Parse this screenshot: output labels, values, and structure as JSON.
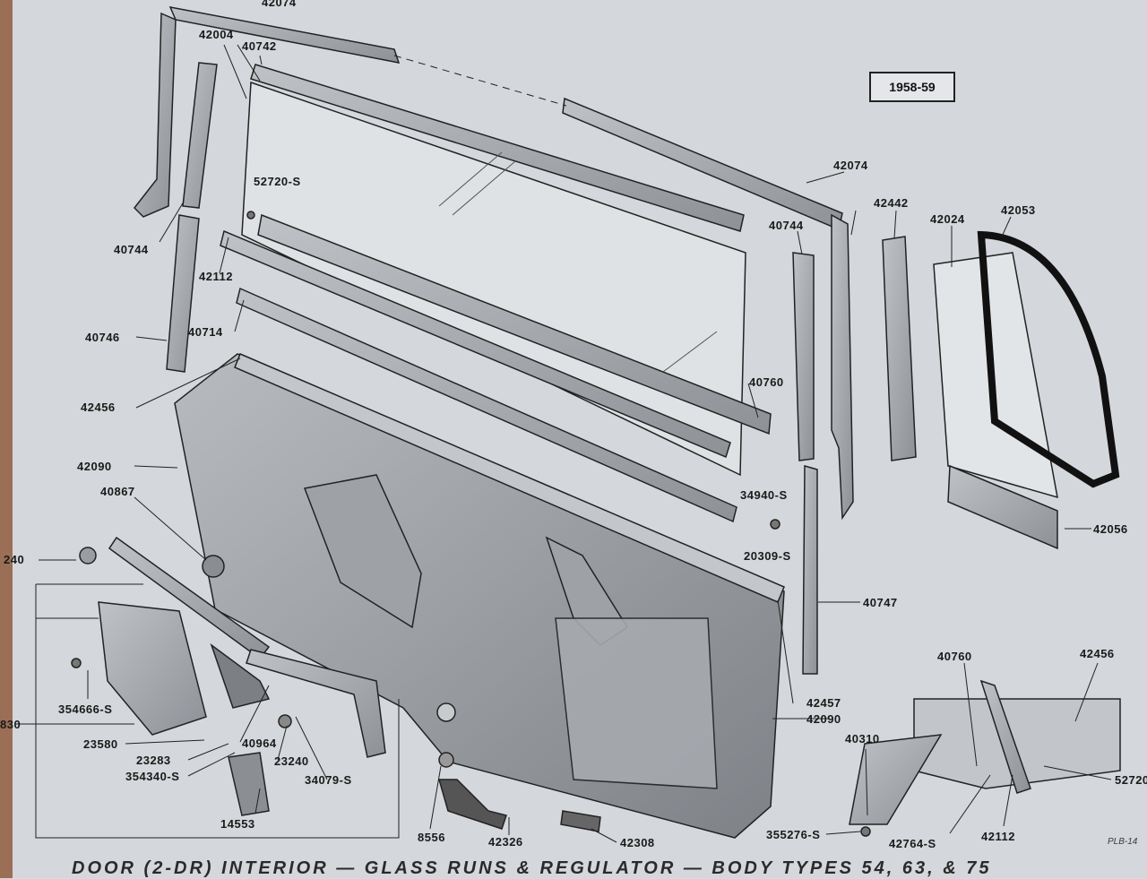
{
  "year_label": "1958-59",
  "caption": "DOOR (2-DR) INTERIOR — GLASS RUNS & REGULATOR — BODY TYPES 54, 63, & 75",
  "plate_code": "PLB-14",
  "parts": {
    "p42074_top": "42074",
    "p42004": "42004",
    "p40742": "40742",
    "p52720s_a": "52720-S",
    "p42074": "42074",
    "p42442": "42442",
    "p42024": "42024",
    "p42053": "42053",
    "p40744_l": "40744",
    "p40744_r": "40744",
    "p42112_a": "42112",
    "p40746": "40746",
    "p40714": "40714",
    "p42456_a": "42456",
    "p40760_a": "40760",
    "p42090_a": "42090",
    "p40867": "40867",
    "p34940s": "34940-S",
    "p20309s": "20309-S",
    "p42056": "42056",
    "p240": "240",
    "p40747": "40747",
    "p354666s": "354666-S",
    "p830": "830",
    "p23580": "23580",
    "p23283": "23283",
    "p354340s": "354340-S",
    "p40964": "40964",
    "p23240": "23240",
    "p34079s": "34079-S",
    "p42457": "42457",
    "p42090_b": "42090",
    "p14553": "14553",
    "p8556": "8556",
    "p42326": "42326",
    "p42308": "42308",
    "p40310": "40310",
    "p40760_b": "40760",
    "p42456_b": "42456",
    "p52720_b": "52720",
    "p355276s": "355276-S",
    "p42764s": "42764-S",
    "p42112_b": "42112"
  }
}
